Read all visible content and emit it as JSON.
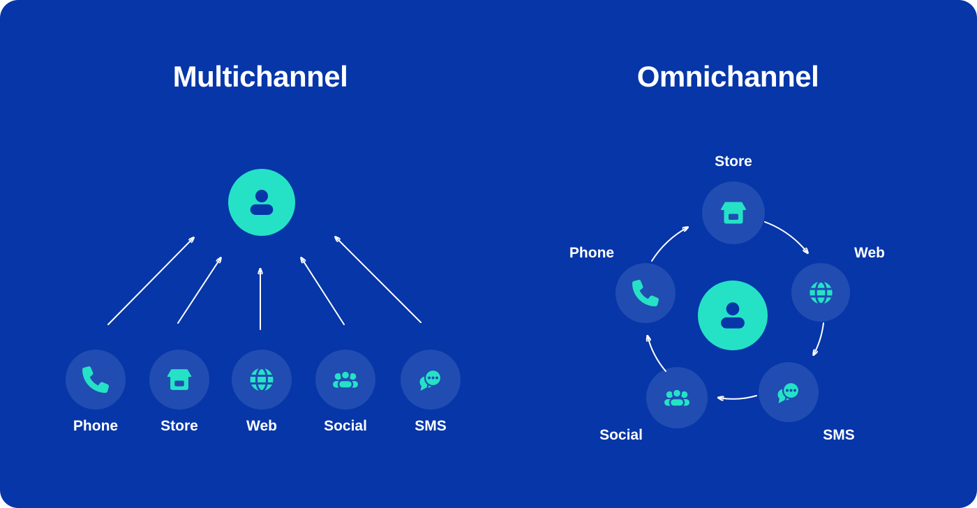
{
  "colors": {
    "page_bg": "#FFFFFF",
    "card_bg": "#0636A8",
    "accent": "#25E2C6",
    "channel_circle": "rgba(255,255,255,0.11)",
    "text": "#FFFFFF",
    "arrow": "#FFFFFF"
  },
  "multichannel": {
    "title": "Multichannel",
    "center": {
      "icon": "user-icon"
    },
    "flow": "each channel points separately to the customer",
    "channels": [
      {
        "label": "Phone",
        "icon": "phone-icon"
      },
      {
        "label": "Store",
        "icon": "store-icon"
      },
      {
        "label": "Web",
        "icon": "globe-icon"
      },
      {
        "label": "Social",
        "icon": "social-icon"
      },
      {
        "label": "SMS",
        "icon": "sms-icon"
      }
    ]
  },
  "omnichannel": {
    "title": "Omnichannel",
    "center": {
      "icon": "user-icon"
    },
    "flow": "clockwise cycle around the customer",
    "channels": [
      {
        "label": "Store",
        "icon": "store-icon",
        "position": "top"
      },
      {
        "label": "Web",
        "icon": "globe-icon",
        "position": "right"
      },
      {
        "label": "SMS",
        "icon": "sms-icon",
        "position": "bottom-right"
      },
      {
        "label": "Social",
        "icon": "social-icon",
        "position": "bottom-left"
      },
      {
        "label": "Phone",
        "icon": "phone-icon",
        "position": "left"
      }
    ]
  }
}
